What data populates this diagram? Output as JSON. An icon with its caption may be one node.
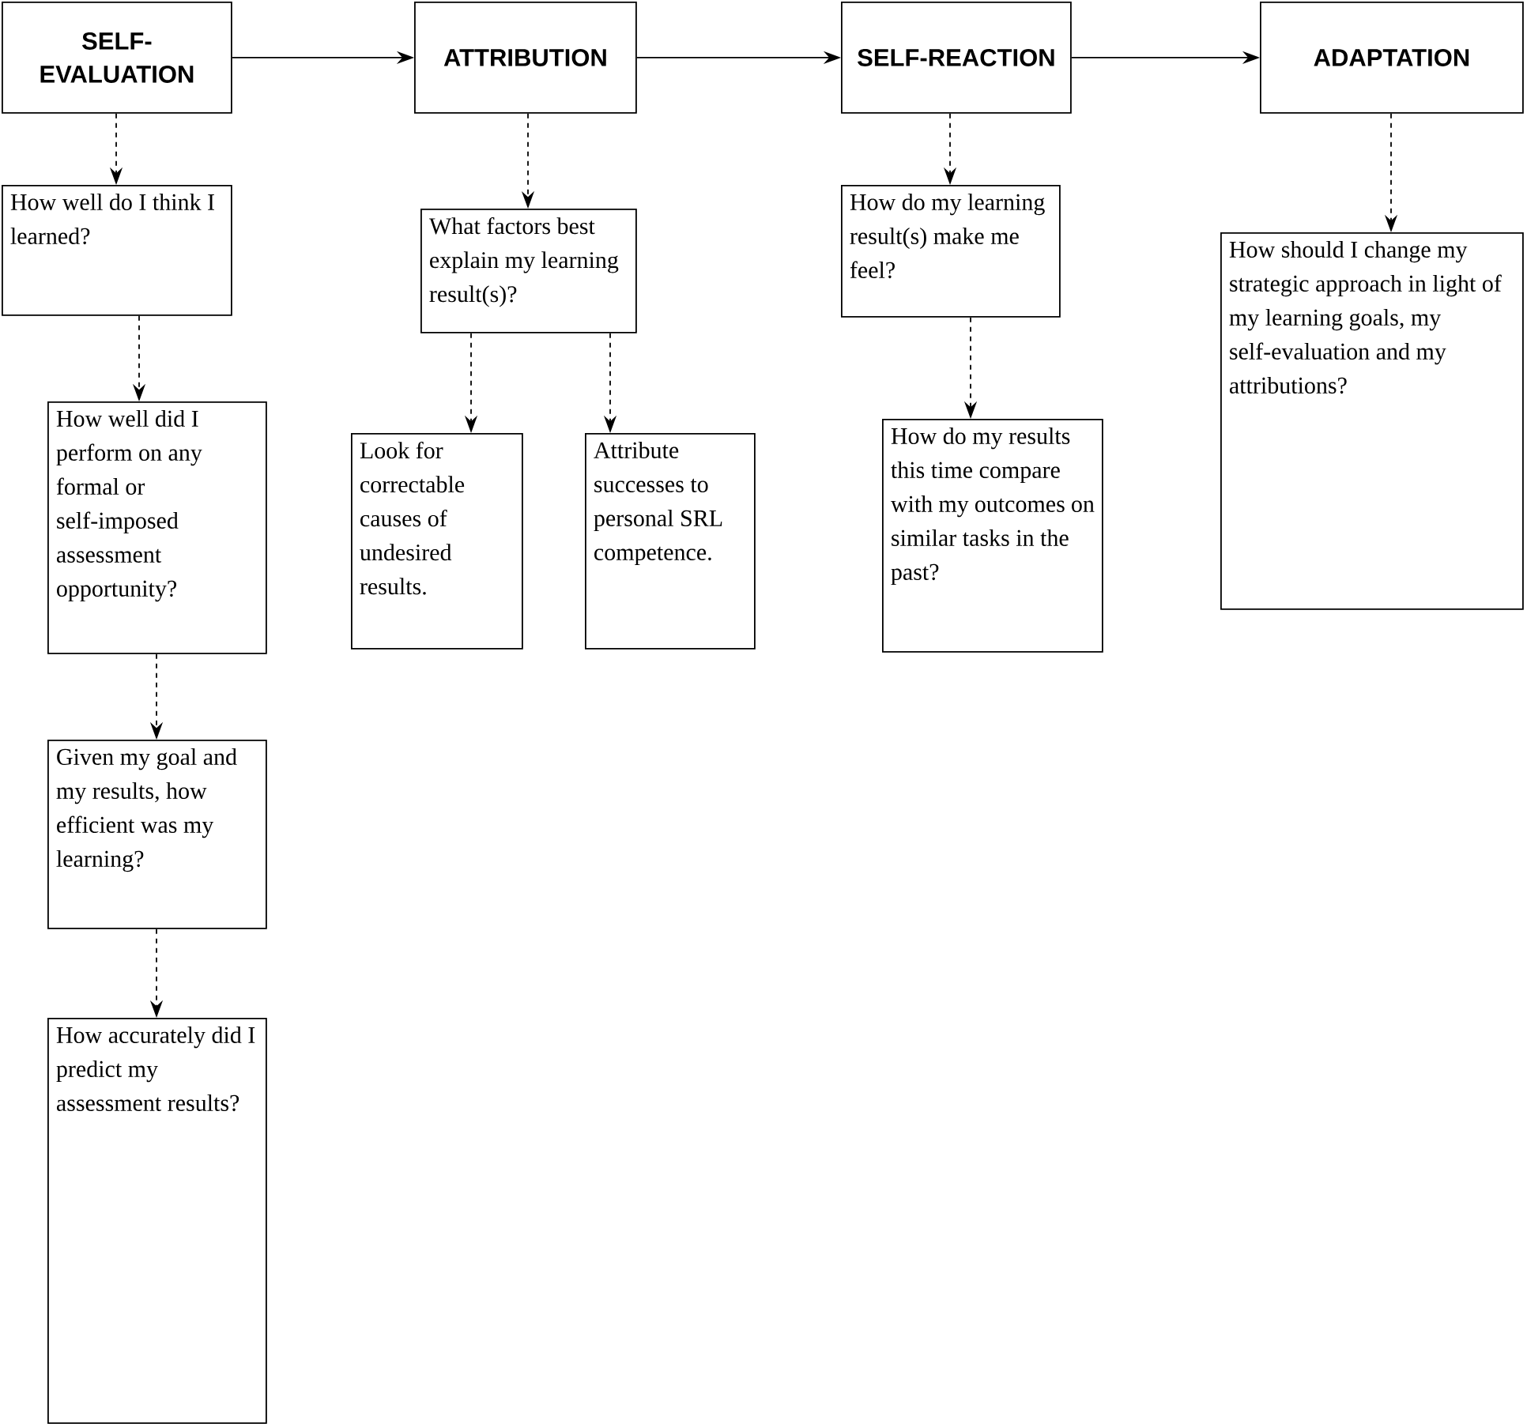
{
  "diagram": {
    "nodes": [
      {
        "text": [
          "SELF-EVALUATION"
        ]
      },
      {
        "text": [
          "ATTRIBUTION"
        ]
      },
      {
        "text": [
          "SELF-REACTION"
        ]
      },
      {
        "text": [
          "ADAPTATION"
        ]
      },
      {
        "text": [
          "How well do I think I learned?"
        ]
      },
      {
        "text": [
          "What factors best explain my learning result(s)?"
        ]
      },
      {
        "text": [
          "How do my learning result(s) make me feel?"
        ]
      },
      {
        "text": [
          "How should I change my strategic approach in light of my learning goals, my self-evaluation and my attributions?"
        ]
      },
      {
        "text": [
          "How well did I perform on any formal or self-imposed assessment opportunity?"
        ]
      },
      {
        "text": [
          "Look for correctable causes of undesired results."
        ]
      },
      {
        "text": [
          "Attribute successes to personal SRL competence."
        ]
      },
      {
        "text": [
          "How do my results this time compare with my outcomes on similar tasks in the past?"
        ]
      },
      {
        "text": [
          "Given my goal and my results, how efficient was my learning?"
        ]
      },
      {
        "text": [
          "How accurately did I predict my assessment results?"
        ]
      }
    ],
    "edges": [
      {
        "from": 0,
        "to": 1,
        "arrow": "to"
      },
      {
        "from": 1,
        "to": 2,
        "arrow": "to"
      },
      {
        "from": 2,
        "to": 3,
        "arrow": "to"
      },
      {
        "from": 0,
        "to": 4,
        "arrow": "to",
        "style": "dashed"
      },
      {
        "from": 1,
        "to": 5,
        "arrow": "to",
        "style": "dashed"
      },
      {
        "from": 2,
        "to": 6,
        "arrow": "to",
        "style": "dashed"
      },
      {
        "from": 3,
        "to": 7,
        "arrow": "to",
        "style": "dashed"
      },
      {
        "from": 4,
        "to": 8,
        "arrow": "to",
        "style": "dashed"
      },
      {
        "from": 5,
        "to": 9,
        "arrow": "to",
        "style": "dashed"
      },
      {
        "from": 5,
        "to": 10,
        "arrow": "to",
        "style": "dashed"
      },
      {
        "from": 6,
        "to": 11,
        "arrow": "to",
        "style": "dashed"
      },
      {
        "from": 8,
        "to": 12,
        "arrow": "to",
        "style": "dashed"
      },
      {
        "from": 12,
        "to": 13,
        "arrow": "to",
        "style": "dashed"
      }
    ]
  }
}
